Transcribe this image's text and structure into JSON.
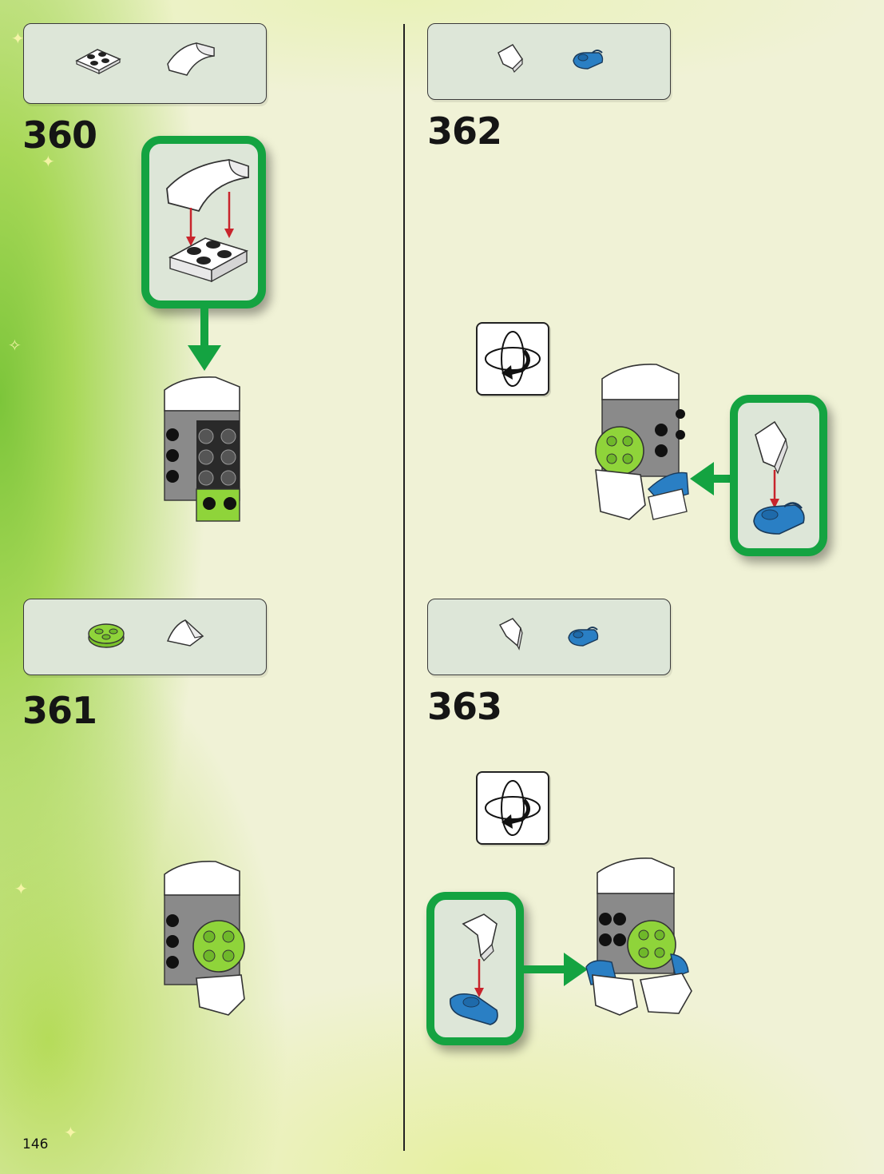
{
  "page": {
    "number": "146"
  },
  "steps": [
    {
      "id": "s360",
      "number": "360",
      "parts": [
        "white-plate-2x2-icon",
        "white-curved-slope-icon"
      ]
    },
    {
      "id": "s361",
      "number": "361",
      "parts": [
        "lime-round-plate-icon",
        "white-slope-wedge-icon"
      ]
    },
    {
      "id": "s362",
      "number": "362",
      "parts": [
        "white-wedge-icon",
        "blue-clip-plate-icon"
      ]
    },
    {
      "id": "s363",
      "number": "363",
      "parts": [
        "white-wedge-icon",
        "blue-clip-plate-icon"
      ]
    }
  ],
  "colors": {
    "callout_border": "#14a341",
    "parts_bg": "#dde6d8",
    "lime": "#8fd43a",
    "blue": "#2a7fc4",
    "arrow_red": "#c8242c"
  }
}
